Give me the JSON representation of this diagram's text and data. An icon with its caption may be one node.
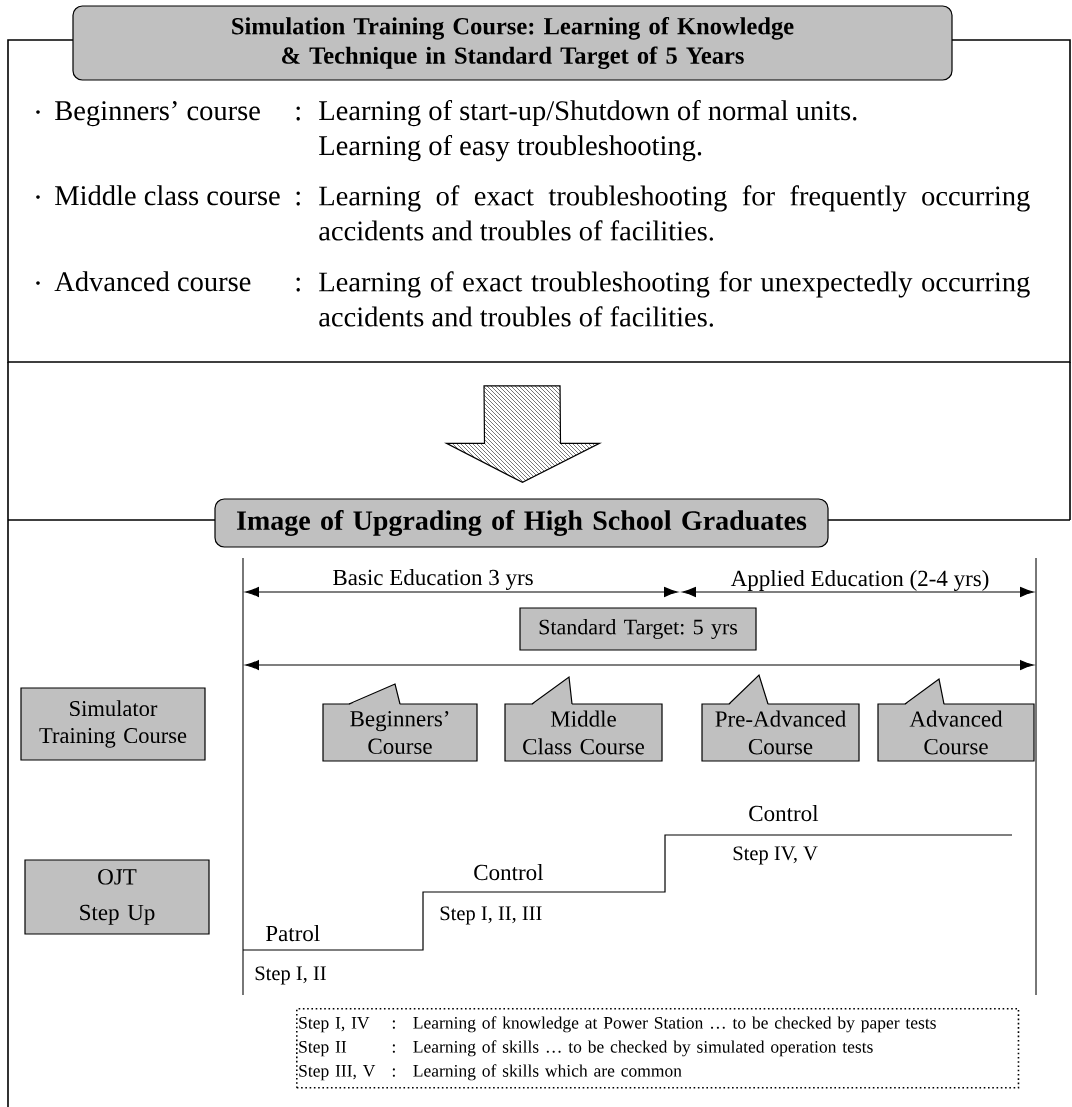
{
  "diagram": {
    "nodes": [
      {
        "text": [
          "Simulation Training Course: Learning of Knowledge & Technique in Standard Target of 5 Years",
          "Beginners’ course",
          ":",
          "Learning of start-up/Shutdown of normal units.",
          "Learning of easy troubleshooting.",
          "Middle class course",
          ":",
          "Learning of exact troubleshooting for frequently occurring accidents and troubles of facilities.",
          "Advanced course",
          ":",
          "Learning of exact troubleshooting for unexpectedly occurring accidents and troubles of facilities."
        ]
      },
      {
        "text": [
          "Image of Upgrading of High School Graduates"
        ]
      },
      {
        "text": [
          "Standard Target: 5 yrs"
        ]
      },
      {
        "text": [
          "Simulator Training Course"
        ]
      },
      {
        "text": [
          "Beginners’ Course"
        ]
      },
      {
        "text": [
          "Middle Class Course"
        ]
      },
      {
        "text": [
          "Pre-Advanced Course"
        ]
      },
      {
        "text": [
          "Advanced Course"
        ]
      },
      {
        "text": [
          "OJT",
          "Step Up"
        ]
      },
      {
        "text": [
          "Step I, IV",
          ":",
          "Learning of knowledge at Power Station … to be checked by paper tests",
          "Step II",
          ":",
          "Learning of skills … to be checked by simulated operation tests",
          "Step III, V",
          ":",
          "Learning of skills which are common"
        ]
      }
    ],
    "edges": [
      {
        "from": 0,
        "to": 1,
        "arrow": "to",
        "style": "thick"
      }
    ],
    "labels": [
      "Basic Education 3 yrs",
      "Applied Education (2-4 yrs)",
      "Patrol",
      "Step I, II",
      "Control",
      "Step I, II, III",
      "Control",
      "Step IV, V"
    ]
  }
}
